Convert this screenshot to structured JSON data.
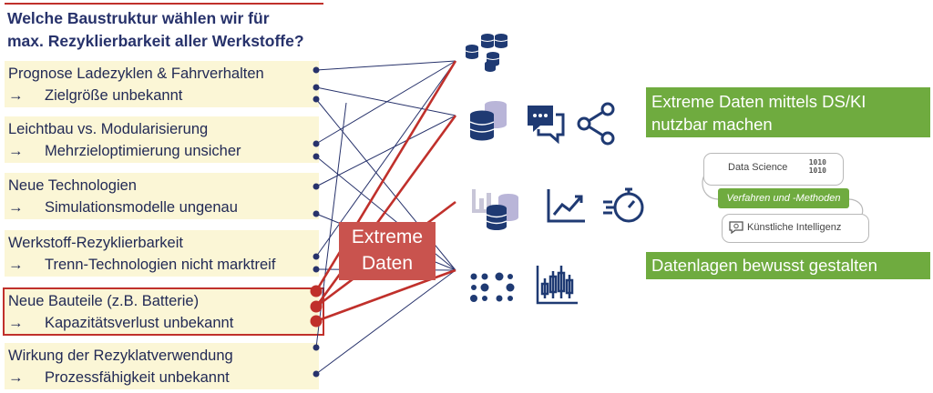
{
  "title": {
    "line1": "Welche Baustruktur wählen wir für",
    "line2": "max. Rezyklierbarkeit aller Werkstoffe?"
  },
  "arrow_symbol": "→",
  "boxes": [
    {
      "main": "Prognose Ladezyklen & Fahrverhalten",
      "sub": "Zielgröße unbekannt"
    },
    {
      "main": "Leichtbau vs. Modularisierung",
      "sub": "Mehrzieloptimierung unsicher"
    },
    {
      "main": "Neue Technologien",
      "sub": "Simulationsmodelle ungenau"
    },
    {
      "main": "Werkstoff-Rezyklierbarkeit",
      "sub": "Trenn-Technologien nicht marktreif"
    },
    {
      "main": "Neue Bauteile (z.B. Batterie)",
      "sub": "Kapazitätsverlust unbekannt",
      "highlighted": true
    },
    {
      "main": "Wirkung der Rezyklatverwendung",
      "sub": "Prozessfähigkeit unbekannt"
    }
  ],
  "center_label": {
    "line1": "Extreme",
    "line2": "Daten"
  },
  "icons": [
    "database-stack-icon",
    "database-layers-icon",
    "chat-bubbles-icon",
    "share-nodes-icon",
    "chart-database-icon",
    "trend-line-icon",
    "stopwatch-icon",
    "dot-grid-icon",
    "candlestick-chart-icon"
  ],
  "right": {
    "green1_line1": "Extreme Daten mittels DS/KI",
    "green1_line2": "nutzbar machen",
    "ds_label": "Data Science",
    "ds_binary_1": "1010",
    "ds_binary_2": "1010",
    "methods_label": "Verfahren und -Methoden",
    "ki_label": "Künstliche Intelligenz",
    "green2": "Datenlagen bewusst gestalten"
  },
  "colors": {
    "navy": "#27326b",
    "red": "#c0302b",
    "box_bg": "#fbf6d6",
    "green": "#6fab3f",
    "icon_blue": "#1f3a73",
    "icon_light": "#b9b5d8"
  }
}
